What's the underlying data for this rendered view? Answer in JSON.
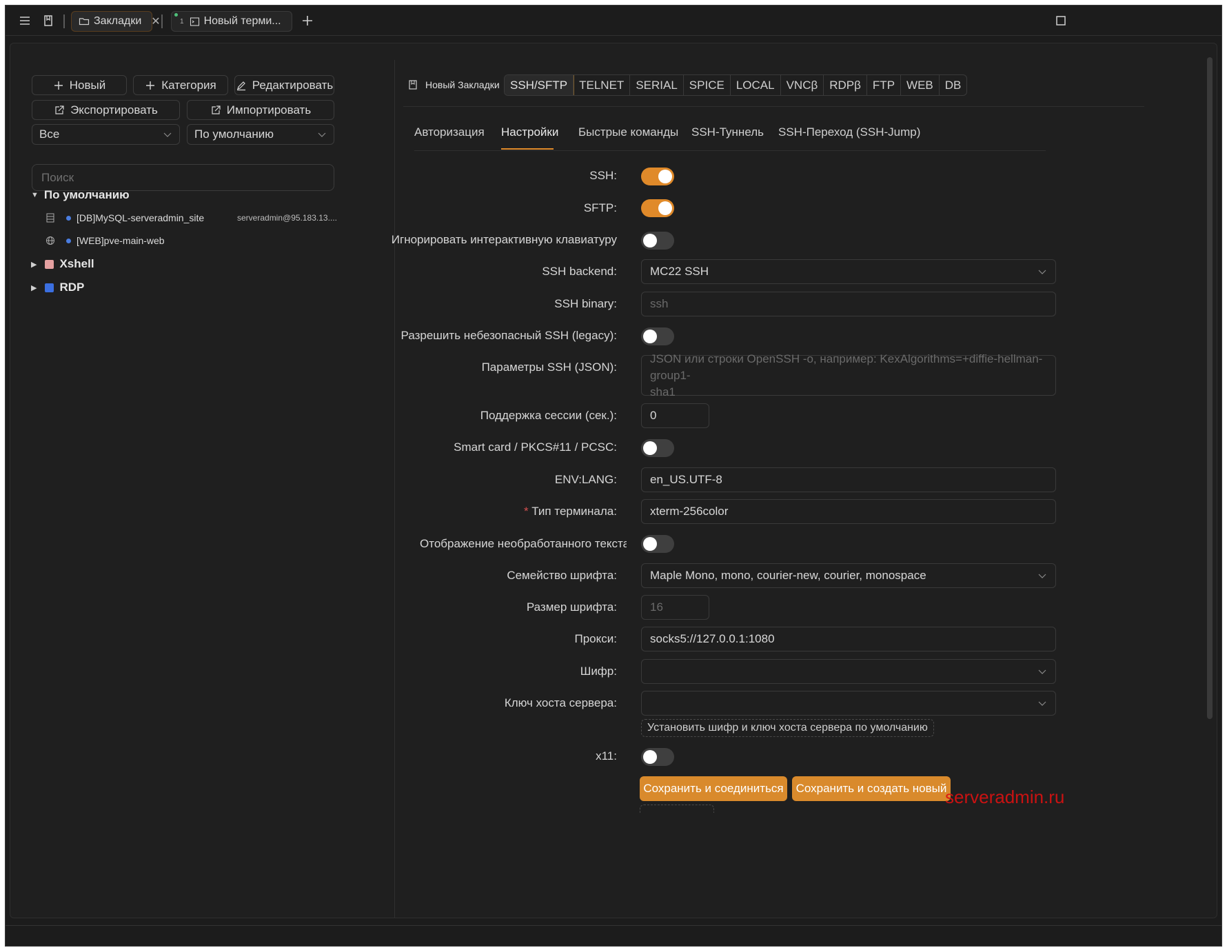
{
  "tabs": {
    "bookmarks_label": "Закладки",
    "terminal_label": "Новый терми...",
    "terminal_badge": "1"
  },
  "left": {
    "new_btn": "Новый",
    "category_btn": "Категория",
    "edit_btn": "Редактировать",
    "export_btn": "Экспортировать",
    "import_btn": "Импортировать",
    "filter_all": "Все",
    "filter_default": "По умолчанию",
    "search_placeholder": "Поиск",
    "tree": {
      "group_default": "По умолчанию",
      "item1_label": "[DB]MySQL-serveradmin_site",
      "item1_host": "serveradmin@95.183.13....",
      "item2_label": "[WEB]pve-main-web",
      "group_xshell": "Xshell",
      "xshell_color": "#e4a0a0",
      "group_rdp": "RDP",
      "rdp_color": "#3b6fe0"
    }
  },
  "right": {
    "new_bookmark_label": "Новый Закладки",
    "protocols": [
      "SSH/SFTP",
      "TELNET",
      "SERIAL",
      "SPICE",
      "LOCAL",
      "VNCβ",
      "RDPβ",
      "FTP",
      "WEB",
      "DB"
    ],
    "subtabs": [
      "Авторизация",
      "Настройки",
      "Быстрые команды",
      "SSH-Туннель",
      "SSH-Переход (SSH-Jump)"
    ],
    "form": {
      "ssh_label": "SSH",
      "sftp_label": "SFTP",
      "ignore_kbd_label": "Игнорировать интерактивную клавиатуру",
      "ssh_backend_label": "SSH backend",
      "ssh_backend_value": "MC22 SSH",
      "ssh_binary_label": "SSH binary",
      "ssh_binary_placeholder": "ssh",
      "legacy_label": "Разрешить небезопасный SSH (legacy)",
      "params_label": "Параметры SSH (JSON)",
      "params_placeholder_1": "JSON или строки OpenSSH -o, например: KexAlgorithms=+diffie-hellman-group1-",
      "params_placeholder_2": "sha1",
      "keepalive_label": "Поддержка сессии (сек.)",
      "keepalive_value": "0",
      "smartcard_label": "Smart card / PKCS#11 / PCSC",
      "envlang_label": "ENV:LANG",
      "envlang_value": "en_US.UTF-8",
      "term_required": "*",
      "term_label": "Тип терминала",
      "term_value": "xterm-256color",
      "raw_label": "Отображение необработанного текста в те",
      "font_family_label": "Семейство шрифта",
      "font_family_value": "Maple Mono, mono, courier-new, courier, monospace",
      "font_size_label": "Размер шрифта",
      "font_size_placeholder": "16",
      "proxy_label": "Прокси",
      "proxy_value": "socks5://127.0.0.1:1080",
      "cipher_label": "Шифр",
      "hostkey_label": "Ключ хоста сервера",
      "set_default_btn": "Установить шифр и ключ хоста сервера по умолчанию",
      "x11_label": "x11",
      "colon": ":"
    },
    "save_connect_btn": "Сохранить и соединиться",
    "save_new_btn": "Сохранить и создать новый"
  },
  "watermark": "serveradmin.ru",
  "colors": {
    "accent": "#d98a2c",
    "bg": "#1f1f1f"
  }
}
